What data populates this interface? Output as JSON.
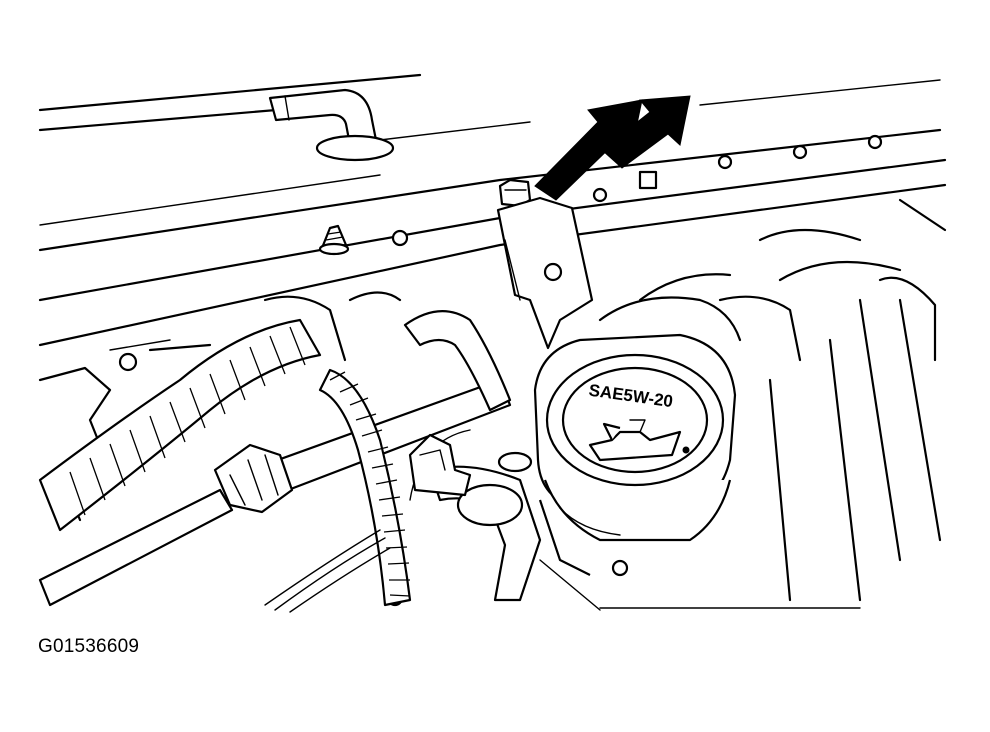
{
  "figure": {
    "id_label": "G01536609",
    "cap_marking": "SAE5W-20",
    "callout": "arrow-pointing-to-bolt"
  },
  "colors": {
    "line": "#000000",
    "background": "#ffffff"
  }
}
